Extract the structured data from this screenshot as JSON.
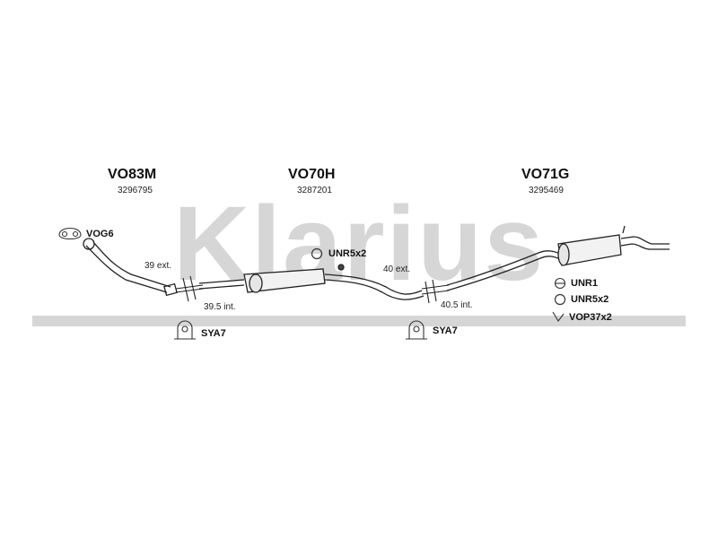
{
  "watermark": {
    "text": "Klarius",
    "color": "#d6d6d6"
  },
  "parts": [
    {
      "code": "VO83M",
      "ref": "3296795"
    },
    {
      "code": "VO70H",
      "ref": "3287201"
    },
    {
      "code": "VO71G",
      "ref": "3295469"
    }
  ],
  "fittings": {
    "vog6": "VOG6",
    "unr5x2_top": "UNR5x2",
    "sya7_left": "SYA7",
    "sya7_right": "SYA7",
    "unr1": "UNR1",
    "unr5x2_right": "UNR5x2",
    "vop37x2": "VOP37x2"
  },
  "dimensions": {
    "ext_39": "39 ext.",
    "int_39_5": "39.5 int.",
    "ext_40": "40 ext.",
    "int_40_5": "40.5 int."
  },
  "colors": {
    "line": "#222222",
    "watermark": "#d6d6d6"
  }
}
